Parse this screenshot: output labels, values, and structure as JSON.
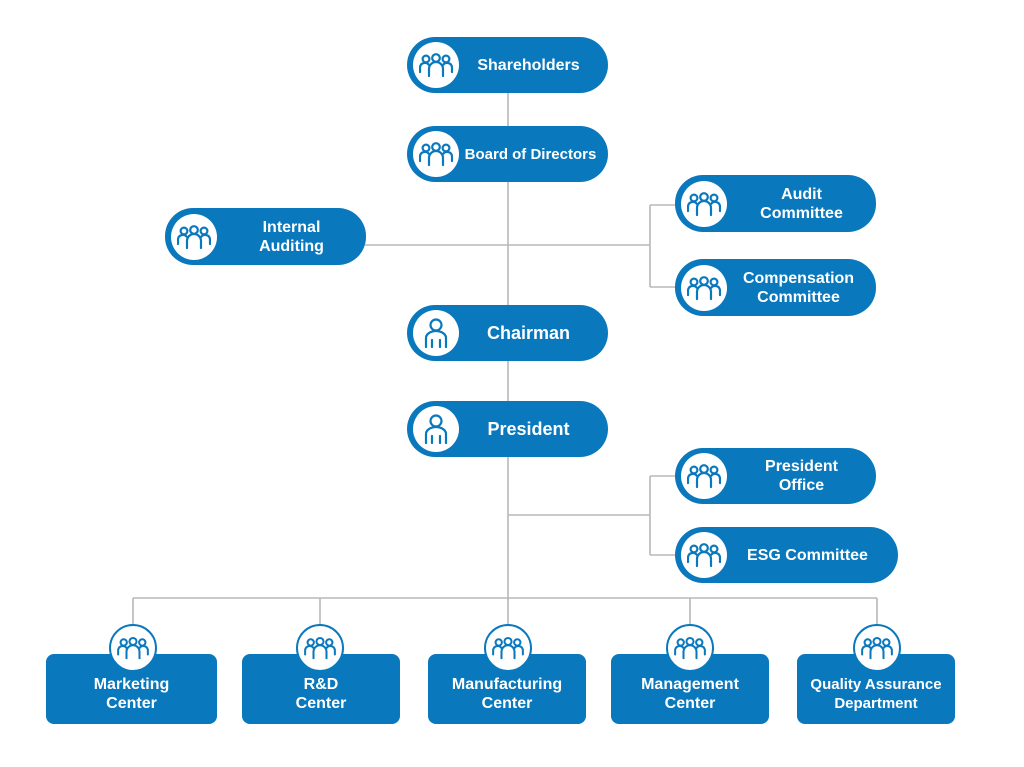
{
  "icons": {
    "group": "group-icon",
    "person": "person-icon"
  },
  "colors": {
    "accent": "#0a78bd",
    "connector": "#b8b8b8",
    "background": "#ffffff"
  },
  "nodes": {
    "shareholders": "Shareholders",
    "board": "Board of Directors",
    "internal_auditing": "Internal Auditing",
    "audit_committee": "Audit Committee",
    "compensation_committee": "Compensation Committee",
    "chairman": "Chairman",
    "president": "President",
    "president_office": "President Office",
    "esg_committee": "ESG Committee"
  },
  "departments": [
    "Marketing Center",
    "R&D Center",
    "Manufacturing Center",
    "Management Center",
    "Quality Assurance Department"
  ]
}
